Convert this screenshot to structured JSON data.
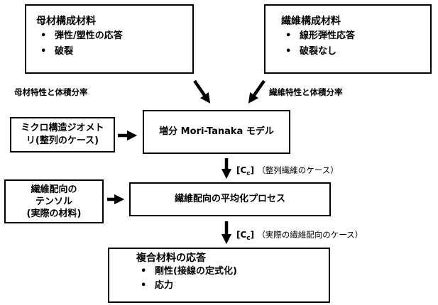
{
  "matrix_box": {
    "title": "母材構成材料",
    "items": [
      "弾性/塑性の応答",
      "破裂"
    ]
  },
  "fiber_box": {
    "title": "繊維構成材料",
    "items": [
      "線形弾性応答",
      "破裂なし"
    ]
  },
  "bullet_char": "•",
  "matrix_props_label": "母材特性と体積分率",
  "fiber_props_label": "繊維特性と体積分率",
  "micro_box": {
    "line1": "ミクロ構造ジオメト",
    "line2": "リ(整列のケース)"
  },
  "mori_box": {
    "label": "増分 Mori-Tanaka モデル"
  },
  "cc_label_1": {
    "open": "[C",
    "sub": "c",
    "close": "]",
    "note": "（整列繊維のケース）"
  },
  "orient_tensor_box": {
    "line1": "繊維配向の",
    "line2": "テンソル",
    "line3": "(実際の材料)"
  },
  "averaging_box": {
    "label": "繊維配向の平均化プロセス"
  },
  "cc_label_2": {
    "open": "[C",
    "sub": "c",
    "close": "]",
    "note": "（実際の繊維配向のケース）"
  },
  "composite_box": {
    "title": "複合材料の応答",
    "items": [
      "剛性(接線の定式化)",
      "応力"
    ]
  }
}
